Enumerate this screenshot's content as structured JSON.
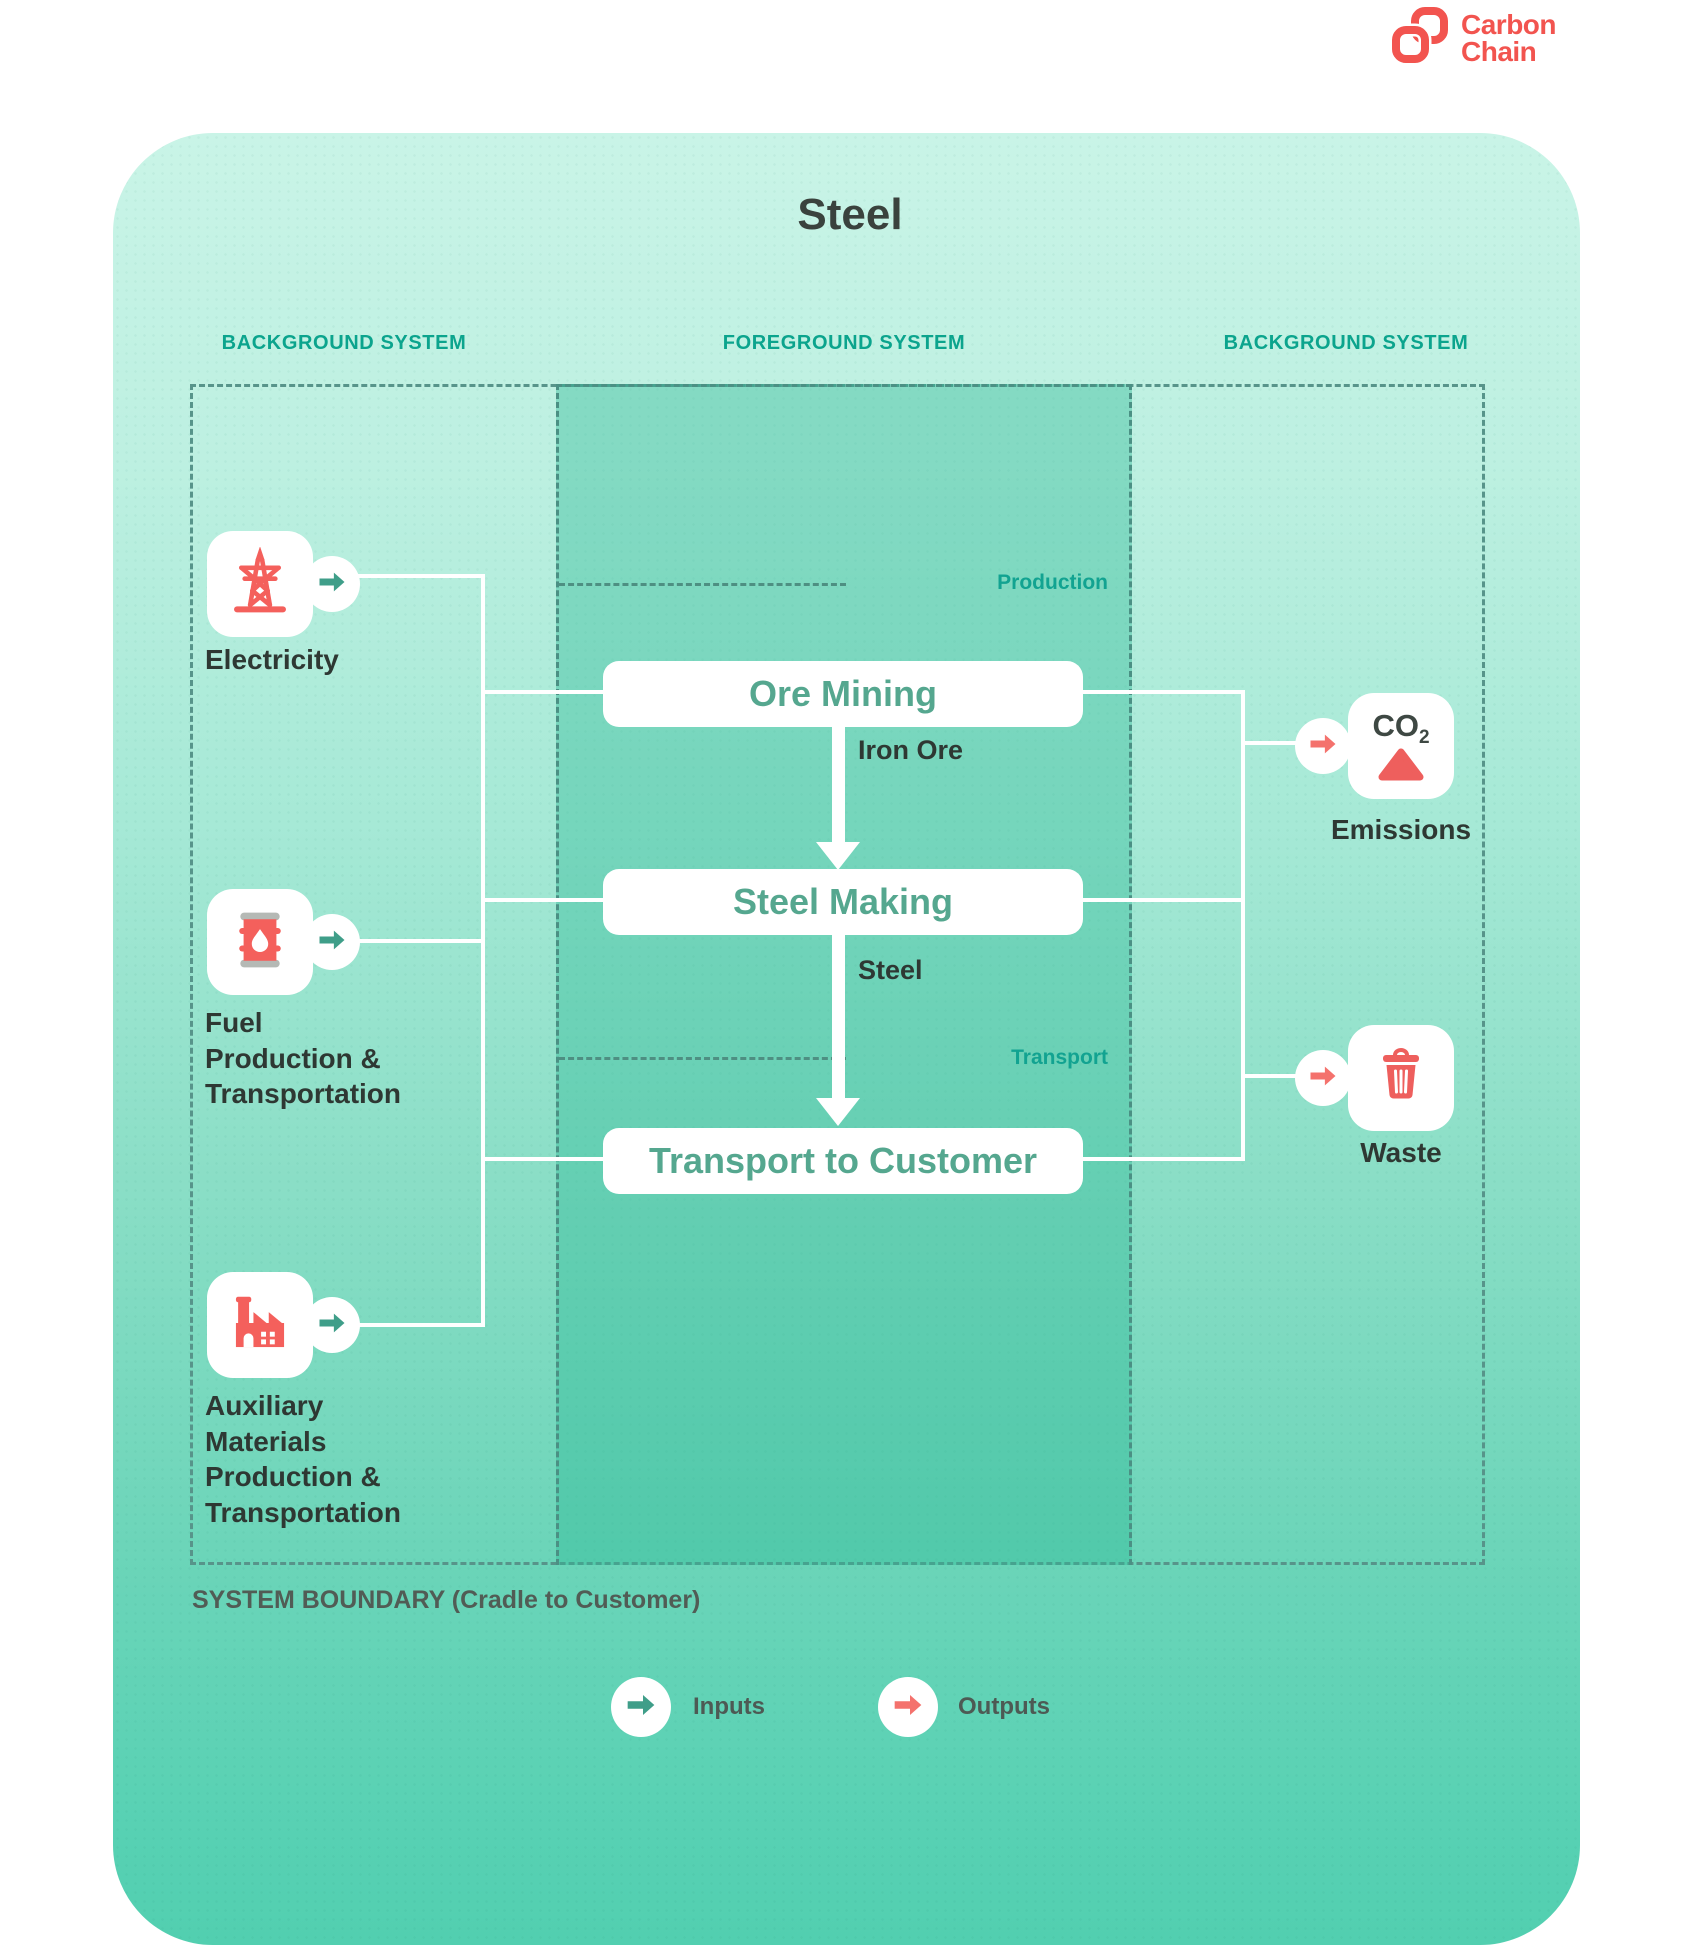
{
  "logo": {
    "line1": "Carbon",
    "line2": "Chain"
  },
  "title": "Steel",
  "section_labels": {
    "left": "BACKGROUND SYSTEM",
    "center": "FOREGROUND SYSTEM",
    "right": "BACKGROUND SYSTEM"
  },
  "phase_labels": {
    "production": "Production",
    "transport": "Transport"
  },
  "process_steps": [
    {
      "label": "Ore Mining"
    },
    {
      "label": "Steel Making"
    },
    {
      "label": "Transport to Customer"
    }
  ],
  "flow_labels": {
    "after_ore_mining": "Iron Ore",
    "after_steel_making": "Steel"
  },
  "inputs": [
    {
      "label": "Electricity",
      "icon": "electricity-pylon-icon"
    },
    {
      "label": "Fuel Production & Transportation",
      "icon": "fuel-barrel-icon"
    },
    {
      "label": "Auxiliary Materials Production & Transportation",
      "icon": "factory-icon"
    }
  ],
  "outputs": [
    {
      "label": "Emissions",
      "icon": "co2-icon",
      "co2_text": "CO",
      "co2_sub": "2"
    },
    {
      "label": "Waste",
      "icon": "trash-icon"
    }
  ],
  "system_boundary_label": "SYSTEM BOUNDARY (Cradle to Customer)",
  "legend": {
    "inputs": "Inputs",
    "outputs": "Outputs"
  },
  "colors": {
    "coral": "#f2544f",
    "input_arrow": "#3f9e89",
    "output_arrow": "#f4726d",
    "box_text": "#55a78f",
    "section_header": "#0ba48d",
    "dark_text": "#2e3833",
    "dashed_border": "#4e8f82",
    "card_bottom": "#52cfb0",
    "card_top": "#c9f4e7"
  }
}
